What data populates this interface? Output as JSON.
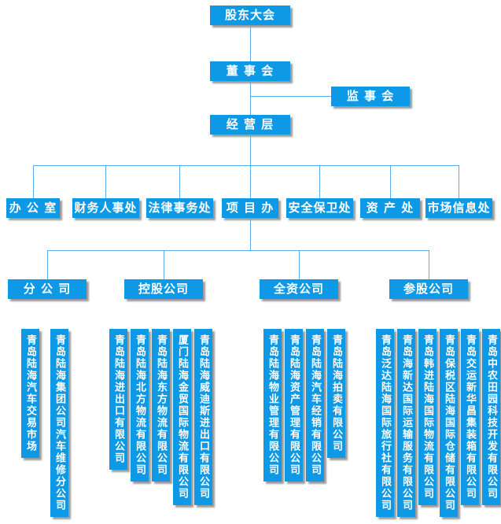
{
  "org_chart": {
    "nodes": {
      "shareholders": "股东大会",
      "board": "董 事 会",
      "supervisory": "监 事 会",
      "management": "经 营 层"
    },
    "departments": [
      "办 公 室",
      "财务人事处",
      "法律事务处",
      "项 目 办",
      "安全保卫处",
      "资 产 处",
      "市场信息处"
    ],
    "categories": [
      {
        "label": "分 公 司",
        "companies": [
          "青岛陆海汽车交易市场",
          "青岛陆海集团公司汽车维修分公司"
        ]
      },
      {
        "label": "控股公司",
        "companies": [
          "青岛陆海进出口有限公司",
          "青岛陆海北方物流有限公司",
          "青岛陆海东方物流有限公司",
          "厦门陆海金贸国际物流有限公司",
          "青岛陆海威迪斯进出口有限公司"
        ]
      },
      {
        "label": "全资公司",
        "companies": [
          "青岛陆海物业管理有限公司",
          "青岛陆海资产管理有限公司",
          "青岛陆海汽车经销有限公司",
          "青岛陆海拍卖有限公司"
        ]
      },
      {
        "label": "参股公司",
        "companies": [
          "青岛泛达陆海国际旅行社有限公司",
          "青岛海新达国际运输服务有限公司",
          "青岛韩进陆海国际物流有限公司",
          "青岛保税区陆海国际仓储有限公司",
          "青岛交运新华昌集装箱有限公司",
          "青岛中农田园科技开发有限公司"
        ]
      }
    ],
    "colors": {
      "node_fill": "#0d99e6",
      "connector": "#58ade8",
      "node_text": "#ffffff",
      "shadow": "#9a9a9a",
      "background": "#ffffff"
    }
  }
}
